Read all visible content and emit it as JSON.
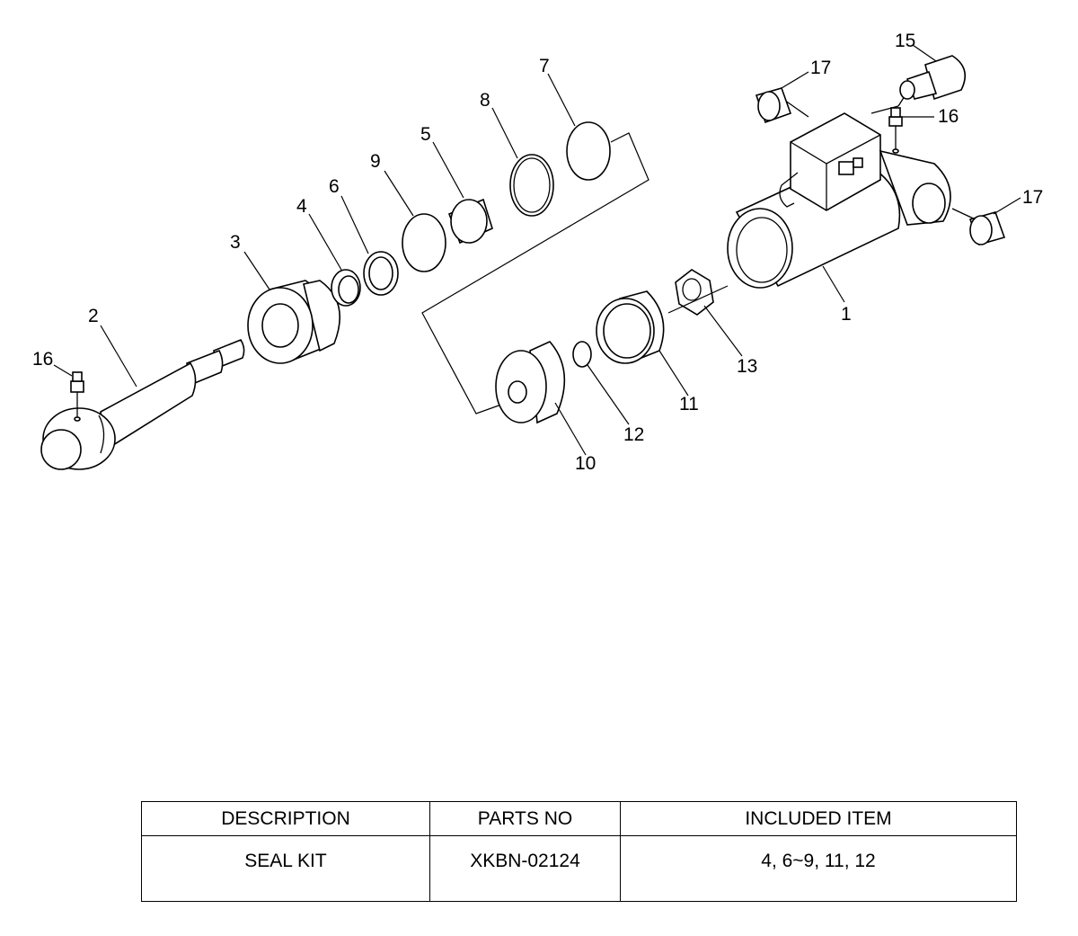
{
  "callouts": {
    "n1": "1",
    "n2": "2",
    "n3": "3",
    "n4": "4",
    "n5": "5",
    "n6": "6",
    "n7": "7",
    "n8": "8",
    "n9": "9",
    "n10": "10",
    "n11": "11",
    "n12": "12",
    "n13": "13",
    "n15": "15",
    "n16a": "16",
    "n16b": "16",
    "n17a": "17",
    "n17b": "17"
  },
  "table": {
    "headers": [
      "DESCRIPTION",
      "PARTS NO",
      "INCLUDED ITEM"
    ],
    "rows": [
      [
        "SEAL KIT",
        "XKBN-02124",
        "4, 6~9, 11, 12"
      ]
    ]
  }
}
